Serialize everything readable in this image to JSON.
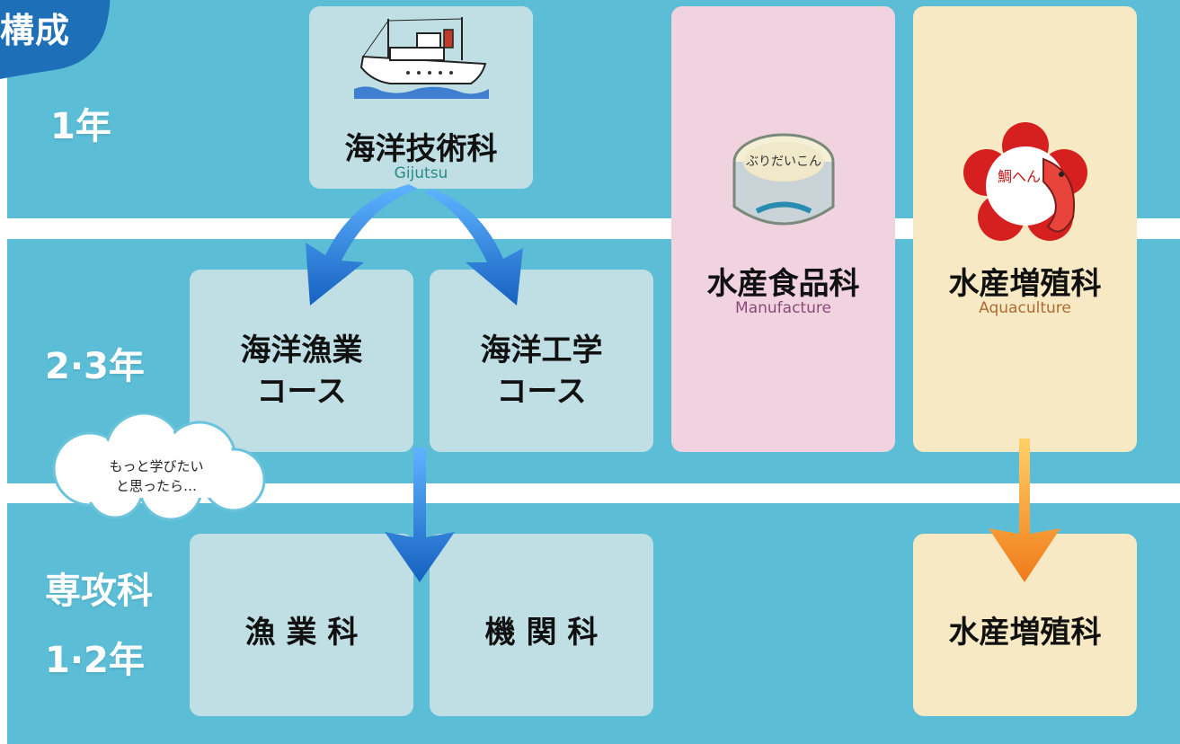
{
  "corner_label": "構成",
  "years": {
    "y1": "1年",
    "y23": "2·3年",
    "senkoka_line1": "専攻科",
    "senkoka_line2": "1·2年"
  },
  "boxes": {
    "gijutsu": {
      "title": "海洋技術科",
      "sub": "Gijutsu"
    },
    "gyogyo_course": {
      "line1": "海洋漁業",
      "line2": "コース"
    },
    "kogaku_course": {
      "line1": "海洋工学",
      "line2": "コース"
    },
    "manufacture": {
      "title": "水産食品科",
      "sub": "Manufacture"
    },
    "aquaculture": {
      "title": "水産増殖科",
      "sub": "Aquaculture"
    },
    "gyogyo_ka": {
      "title": "漁 業 科"
    },
    "kikan_ka": {
      "title": "機 関 科"
    },
    "aquaculture_senkoka": {
      "title": "水産増殖科"
    }
  },
  "bubble": {
    "line1": "もっと学びたい",
    "line2": "と思ったら…"
  },
  "colors": {
    "band": "#5bbdd6",
    "box_light": "#bfdfe4",
    "box_pink": "#f1d3e0",
    "box_cream": "#f7e9c4",
    "arrow_blue": "#1769c9",
    "arrow_orange": "#f28a26",
    "sub_gijutsu": "#2b8a86",
    "sub_manufacture": "#8a4a7a",
    "sub_aquaculture": "#b06a33"
  },
  "icons": {
    "ship": "ship-illustration-icon",
    "can": "canned-food-icon",
    "fish_logo": "sea-bream-logo-icon"
  }
}
